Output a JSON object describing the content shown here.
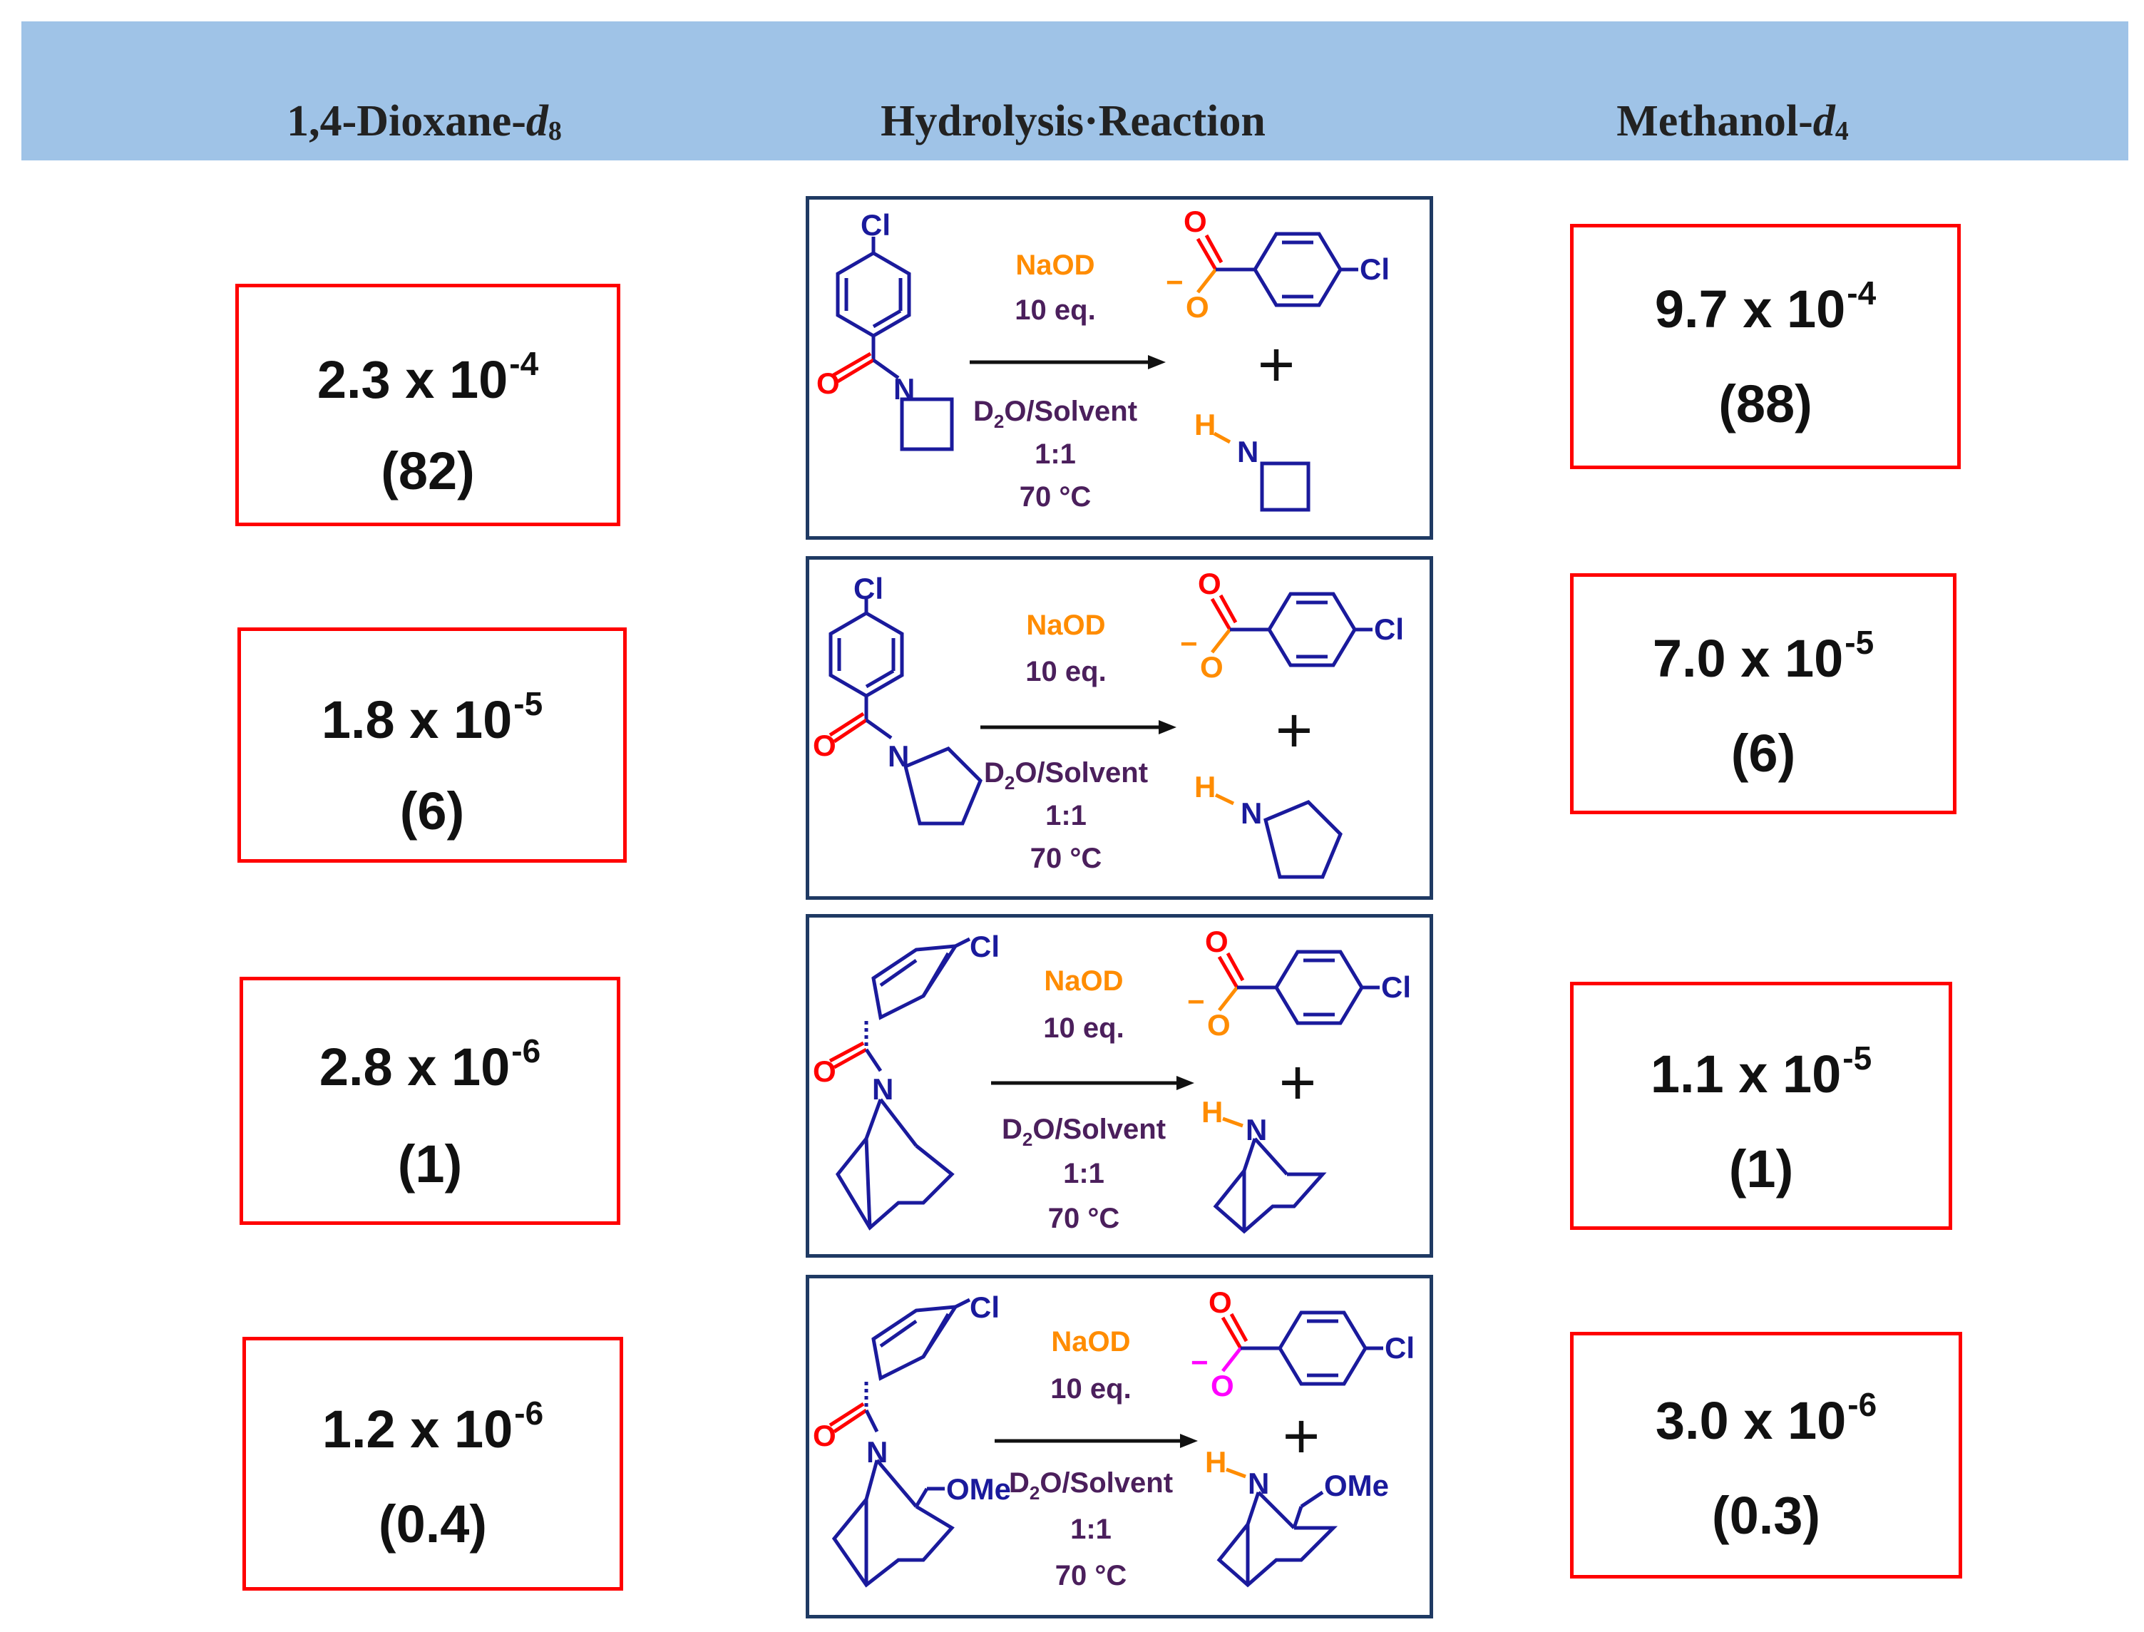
{
  "columns": {
    "left": {
      "title": "1,4-Dioxane-",
      "suffix": "d",
      "sub": "8"
    },
    "center": {
      "title": "Hydrolysis·Reaction"
    },
    "right": {
      "title": "Methanol-",
      "suffix": "d",
      "sub": "4"
    }
  },
  "rows": [
    {
      "amine": "azetidine",
      "dioxane": {
        "mantissa": "2.3 x 10",
        "exp": "-4",
        "rel": "(82)"
      },
      "methanol": {
        "mantissa": "9.7 x 10",
        "exp": "-4",
        "rel": "(88)"
      }
    },
    {
      "amine": "pyrrolidine",
      "dioxane": {
        "mantissa": "1.8 x 10",
        "exp": "-5",
        "rel": "(6)"
      },
      "methanol": {
        "mantissa": "7.0 x 10",
        "exp": "-5",
        "rel": "(6)"
      }
    },
    {
      "amine": "7-azabicyclo[2.2.1]heptane",
      "dioxane": {
        "mantissa": "2.8 x 10",
        "exp": "-6",
        "rel": "(1)"
      },
      "methanol": {
        "mantissa": "1.1 x 10",
        "exp": "-5",
        "rel": "(1)"
      }
    },
    {
      "amine": "1-(methoxymethyl)-7-azabicyclo[2.2.1]heptane",
      "dioxane": {
        "mantissa": "1.2 x 10",
        "exp": "-6",
        "rel": "(0.4)"
      },
      "methanol": {
        "mantissa": "3.0 x 10",
        "exp": "-6",
        "rel": "(0.3)"
      }
    }
  ],
  "conditions": {
    "reagent": "NaOD",
    "equiv": "10 eq.",
    "solvent_prefix": "D",
    "solvent_sub": "2",
    "solvent_suffix": "O/Solvent",
    "ratio": "1:1",
    "temp": "70 °C"
  },
  "labels": {
    "cl": "Cl",
    "o": "O",
    "n": "N",
    "h": "H",
    "ome": "OMe",
    "plus": "+",
    "minus": "−"
  },
  "colors": {
    "header": "#9fc3e7",
    "box_border": "#ff0000",
    "rxn_border": "#1f3a63",
    "bond": "#1a1a9c",
    "oxygen": "#ff0000",
    "nitrogen": "#1a1a9c",
    "reagent": "#ff8c00",
    "solvent": "#4b1f5c",
    "anion_O": "#ff8c00",
    "anion_O_alt": "#ff00ff",
    "hydrogen": "#ff8c00"
  }
}
